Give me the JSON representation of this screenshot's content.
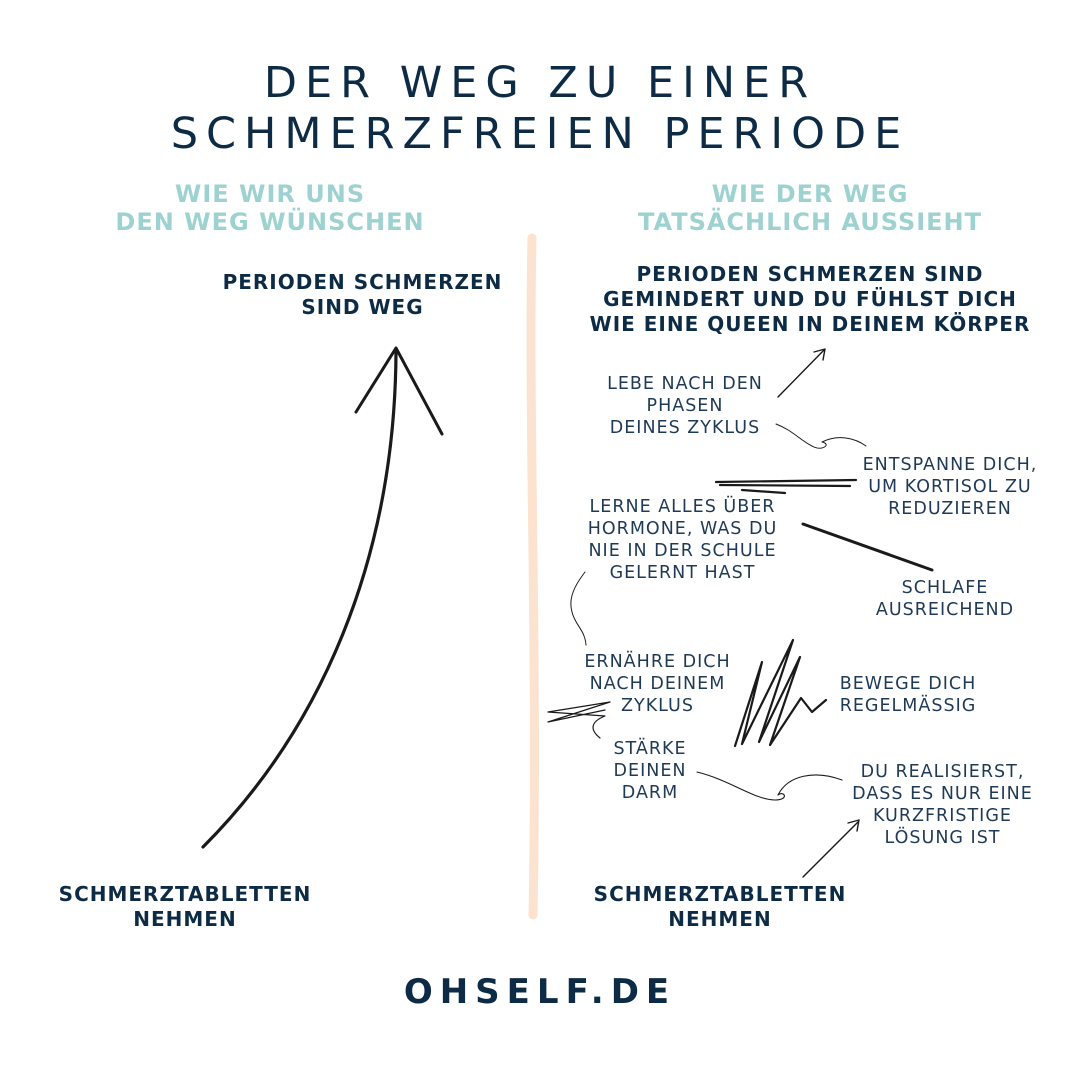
{
  "title": {
    "line1": "DER WEG ZU EINER",
    "line2": "SCHMERZFREIEN PERIODE"
  },
  "left": {
    "subtitle": {
      "line1": "WIE WIR UNS",
      "line2": "DEN WEG WÜNSCHEN"
    },
    "goal": {
      "line1": "PERIODEN SCHMERZEN",
      "line2": "SIND WEG"
    },
    "start": {
      "line1": "SCHMERZTABLETTEN",
      "line2": "NEHMEN"
    }
  },
  "right": {
    "subtitle": {
      "line1": "WIE DER WEG",
      "line2": "TATSÄCHLICH AUSSIEHT"
    },
    "goal": {
      "line1": "PERIODEN SCHMERZEN SIND",
      "line2": "GEMINDERT UND DU FÜHLST DICH",
      "line3": "WIE EINE QUEEN IN DEINEM KÖRPER"
    },
    "steps": [
      [
        "LEBE NACH DEN",
        "PHASEN",
        "DEINES ZYKLUS"
      ],
      [
        "ENTSPANNE DICH,",
        "UM KORTISOL ZU",
        "REDUZIEREN"
      ],
      [
        "LERNE ALLES ÜBER",
        "HORMONE, WAS DU",
        "NIE IN DER SCHULE",
        "GELERNT HAST"
      ],
      [
        "SCHLAFE",
        "AUSREICHEND"
      ],
      [
        "ERNÄHRE DICH",
        "NACH DEINEM",
        "ZYKLUS"
      ],
      [
        "BEWEGE DICH",
        "REGELMÄSSIG"
      ],
      [
        "STÄRKE",
        "DEINEN",
        "DARM"
      ],
      [
        "DU REALISIERST,",
        "DASS ES NUR EINE",
        "KURZFRISTIGE",
        "LÖSUNG IST"
      ]
    ],
    "start": {
      "line1": "SCHMERZTABLETTEN",
      "line2": "NEHMEN"
    }
  },
  "footer": "OHSELF.DE",
  "colors": {
    "navy": "#0d2b45",
    "teal": "#9ed2d1",
    "divider": "#fbe3cf",
    "stroke": "#1a1a1a"
  }
}
